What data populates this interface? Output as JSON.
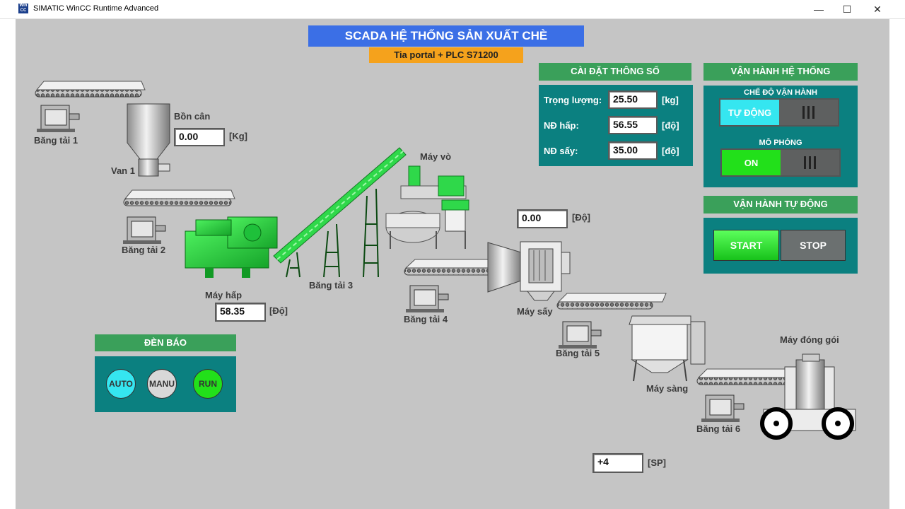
{
  "window": {
    "title": "SIMATIC WinCC Runtime Advanced",
    "app_icon_text": "Win CC",
    "minimize": "—",
    "maximize": "☐",
    "close": "✕"
  },
  "header": {
    "title": "SCADA HỆ THỐNG SẢN XUẤT CHÈ",
    "subtitle": "Tia portal + PLC S71200",
    "title_bg": "#3b6fe6",
    "subtitle_bg": "#f5a21c"
  },
  "settings": {
    "title": "CÀI ĐẶT THÔNG SỐ",
    "rows": [
      {
        "label": "Trọng lượng:",
        "value": "25.50",
        "unit": "[kg]"
      },
      {
        "label": "NĐ hấp:",
        "value": "56.55",
        "unit": "[độ]"
      },
      {
        "label": "NĐ sấy:",
        "value": "35.00",
        "unit": "[độ]"
      }
    ]
  },
  "operation": {
    "title": "VẬN HÀNH HỆ THỐNG",
    "mode_label": "CHẾ ĐỘ VẬN HÀNH",
    "mode_value": "TỰ ĐỘNG",
    "sim_label": "MÔ PHỎNG",
    "sim_value": "ON"
  },
  "auto_run": {
    "title": "VẬN HÀNH TỰ ĐỘNG",
    "start": "START",
    "stop": "STOP"
  },
  "lamps": {
    "title": "ĐÈN BÁO",
    "auto": "AUTO",
    "manu": "MANU",
    "run": "RUN"
  },
  "process": {
    "bang_tai_1": "Băng tải 1",
    "bon_can": "Bồn cân",
    "bon_can_value": "0.00",
    "bon_can_unit": "[Kg]",
    "van_1": "Van 1",
    "bang_tai_2": "Băng tải 2",
    "may_hap": "Máy hấp",
    "may_hap_value": "58.35",
    "may_hap_unit": "[Độ]",
    "bang_tai_3": "Băng tải 3",
    "may_vo": "Máy vò",
    "bang_tai_4": "Băng tải 4",
    "may_say": "Máy sấy",
    "may_say_value": "0.00",
    "may_say_unit": "[Độ]",
    "bang_tai_5": "Băng tải 5",
    "may_sang": "Máy sàng",
    "may_dong_goi": "Máy đóng gói",
    "bang_tai_6": "Băng tải 6",
    "count_value": "+4",
    "count_unit": "[SP]"
  },
  "colors": {
    "canvas": "#c5c5c5",
    "panel_teal": "#0b8080",
    "header_green": "#3aa05a",
    "machine_green": "#2fd84a",
    "lamp_auto": "#35e6f0",
    "lamp_manu": "#d8d8d8",
    "lamp_run": "#22e01a"
  }
}
